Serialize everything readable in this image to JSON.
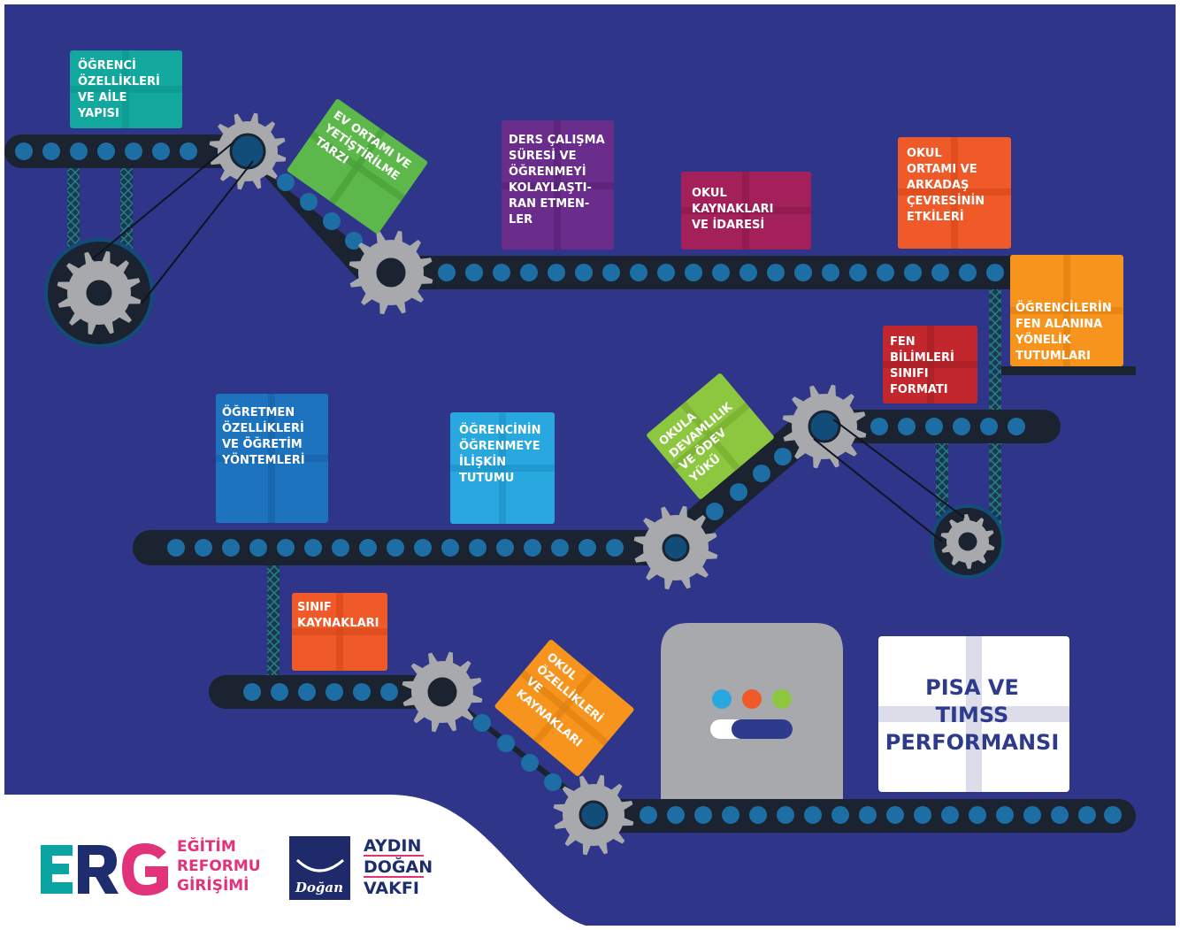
{
  "factors": {
    "student_family": [
      "ÖĞRENCİ",
      "ÖZELLİKLERİ",
      "VE AİLE",
      "YAPISI"
    ],
    "home_upbringing": [
      "EV ORTAMI VE",
      "YETİŞTİRİLME",
      "TARZI"
    ],
    "study_time": [
      "DERS ÇALIŞMA",
      "SÜRESİ VE",
      "ÖĞRENMEYİ",
      "KOLAYLAŞTI-",
      "RAN ETMEN-",
      "LER"
    ],
    "school_resources_admin": [
      "OKUL",
      "KAYNAKLARI",
      "VE İDARESİ"
    ],
    "school_peer_env": [
      "OKUL",
      "ORTAMI VE",
      "ARKADAŞ",
      "ÇEVRESİNİN",
      "ETKİLERİ"
    ],
    "science_attitudes": [
      "ÖĞRENCİLERİN",
      "FEN ALANINA",
      "YÖNELİK",
      "TUTUMLARI"
    ],
    "science_class_format": [
      "FEN",
      "BİLİMLERİ",
      "SINIFI",
      "FORMATI"
    ],
    "attendance_homework": [
      "OKULA",
      "DEVAMLILIK",
      "VE ÖDEV",
      "YÜKÜ"
    ],
    "learning_attitude": [
      "ÖĞRENCİNİN",
      "ÖĞRENMEYE",
      "İLİŞKİN",
      "TUTUMU"
    ],
    "teacher_methods": [
      "ÖĞRETMEN",
      "ÖZELLİKLERİ",
      "VE ÖĞRETİM",
      "YÖNTEMLERİ"
    ],
    "class_resources": [
      "SINIF",
      "KAYNAKLARI"
    ],
    "school_features_resources": [
      "OKUL",
      "ÖZELLİKLERİ",
      "VE",
      "KAYNAKLARI"
    ]
  },
  "outcome": [
    "PISA VE",
    "TIMSS",
    "PERFORMANSI"
  ],
  "logos": {
    "erg_letters": "ERG",
    "erg_words": [
      "EĞİTİM",
      "REFORMU",
      "GİRİŞİMİ"
    ],
    "dogan_mark": "Doğan",
    "dogan_words": [
      "AYDIN",
      "DOĞAN",
      "VAKFI"
    ]
  },
  "colors": {
    "background": "#2f3589",
    "belt": "#1b2230",
    "roller": "#1d6ea5",
    "gear": "#a7a9ac",
    "machine": "#a7a9ac",
    "green": "#5cb84a",
    "purple": "#6a2d8c",
    "magenta": "#a3205a",
    "orange": "#f05a28",
    "amber": "#f7941d",
    "red": "#c1272d",
    "lime": "#8dc63f",
    "blue": "#1e73be",
    "sky": "#29a8e0",
    "teal": "#13a89e",
    "erg_pink": "#e2327a",
    "erg_teal": "#0aa5a3",
    "erg_navy": "#1e2d6e",
    "dogan_navy": "#1f2a6b"
  }
}
